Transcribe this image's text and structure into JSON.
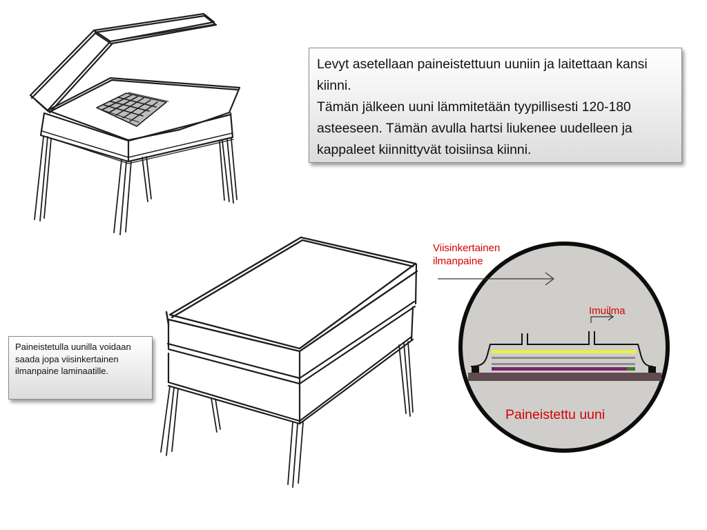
{
  "main_callout": {
    "line1": "Levyt asetellaan paineistettuun uuniin ja laitettaan kansi kiinni.",
    "line2": "Tämän jälkeen uuni lämmitetään tyypillisesti 120-180 asteeseen. Tämän avulla hartsi liukenee uudelleen ja kappaleet kiinnittyvät toisiinsa kiinni."
  },
  "side_callout": {
    "text": "Paineistetulla uunilla voidaan saada jopa viisinkertainen ilmanpaine laminaatille."
  },
  "labels": {
    "pressure": "Viisinkertainen ilmanpaine",
    "suction": "Imuilma",
    "oven": "Paineistettu uuni"
  },
  "colors": {
    "label_red": "#d40000",
    "circle_fill": "#cfcecb",
    "base_plate": "#5f4b50",
    "layer_yellow": "#e6f04a",
    "layer_purple": "#7a2466",
    "layer_green": "#3f7a32",
    "layer_grey": "#8c8c8c"
  }
}
